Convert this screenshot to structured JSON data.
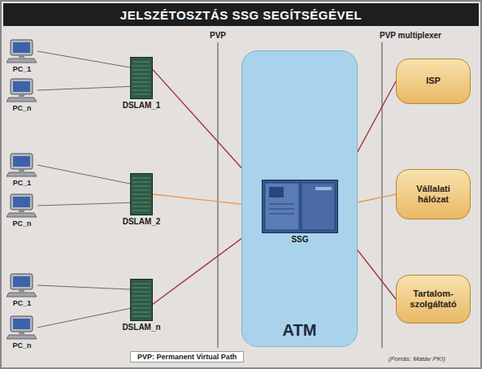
{
  "diagram": {
    "title": "JELSZÉTOSZTÁS SSG SEGÍTSÉGÉVEL",
    "nodes": [
      {
        "text": [
          "PC_1"
        ]
      },
      {
        "text": [
          "PC_n"
        ]
      },
      {
        "text": [
          "DSLAM_1"
        ]
      },
      {
        "text": [
          "PC_1"
        ]
      },
      {
        "text": [
          "PC_n"
        ]
      },
      {
        "text": [
          "DSLAM_2"
        ]
      },
      {
        "text": [
          "PC_1"
        ]
      },
      {
        "text": [
          "PC_n"
        ]
      },
      {
        "text": [
          "DSLAM_n"
        ]
      },
      {
        "text": [
          "ATM"
        ]
      },
      {
        "text": [
          "SSG"
        ],
        "in": 9
      },
      {
        "text": [
          "ISP"
        ]
      },
      {
        "text": [
          "Vállalati hálózat"
        ]
      },
      {
        "text": [
          "Tartalom-szolgáltató"
        ]
      }
    ],
    "edges": [
      {
        "from": 0,
        "to": 2,
        "arrow": "none"
      },
      {
        "from": 1,
        "to": 2,
        "arrow": "none"
      },
      {
        "from": 3,
        "to": 5,
        "arrow": "none"
      },
      {
        "from": 4,
        "to": 5,
        "arrow": "none"
      },
      {
        "from": 6,
        "to": 8,
        "arrow": "none"
      },
      {
        "from": 7,
        "to": 8,
        "arrow": "none"
      },
      {
        "from": 2,
        "to": 10,
        "arrow": "none"
      },
      {
        "from": 5,
        "to": 10,
        "arrow": "none"
      },
      {
        "from": 8,
        "to": 10,
        "arrow": "none"
      },
      {
        "from": 10,
        "to": 11,
        "arrow": "none"
      },
      {
        "from": 10,
        "to": 12,
        "arrow": "none"
      },
      {
        "from": 10,
        "to": 13,
        "arrow": "none"
      }
    ],
    "labels": [
      "PVP",
      "PVP multiplexer",
      "PVP: Permanent Virtual Path",
      "(Forrás: Matáv PKI)"
    ]
  }
}
